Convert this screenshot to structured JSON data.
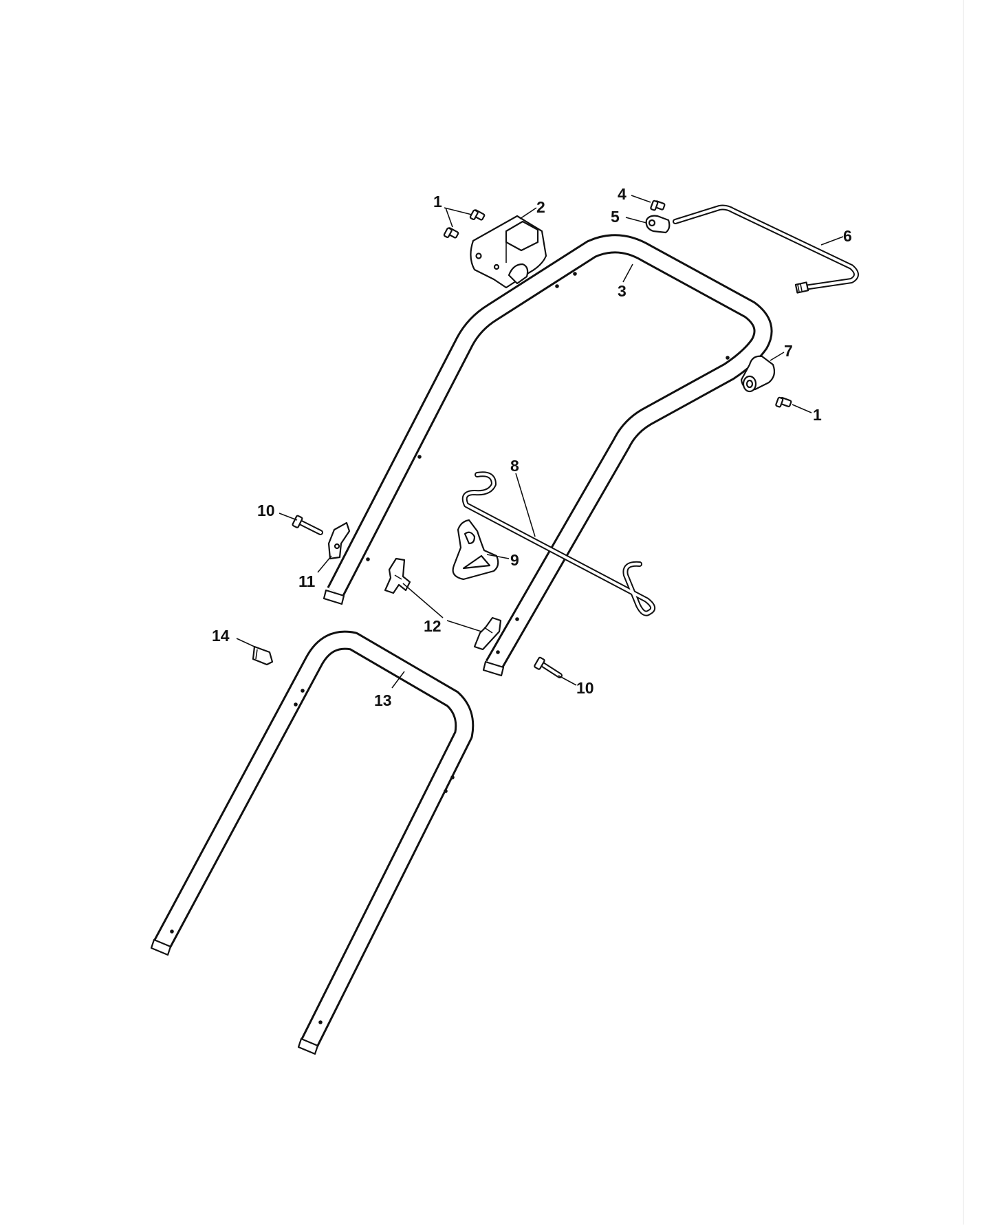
{
  "callouts": [
    {
      "id": "c1a",
      "text": "1"
    },
    {
      "id": "c2",
      "text": "2"
    },
    {
      "id": "c3",
      "text": "3"
    },
    {
      "id": "c4",
      "text": "4"
    },
    {
      "id": "c5",
      "text": "5"
    },
    {
      "id": "c6",
      "text": "6"
    },
    {
      "id": "c7",
      "text": "7"
    },
    {
      "id": "c1b",
      "text": "1"
    },
    {
      "id": "c8",
      "text": "8"
    },
    {
      "id": "c9",
      "text": "9"
    },
    {
      "id": "c10a",
      "text": "10"
    },
    {
      "id": "c11",
      "text": "11"
    },
    {
      "id": "c12",
      "text": "12"
    },
    {
      "id": "c14",
      "text": "14"
    },
    {
      "id": "c13",
      "text": "13"
    },
    {
      "id": "c10b",
      "text": "10"
    }
  ]
}
